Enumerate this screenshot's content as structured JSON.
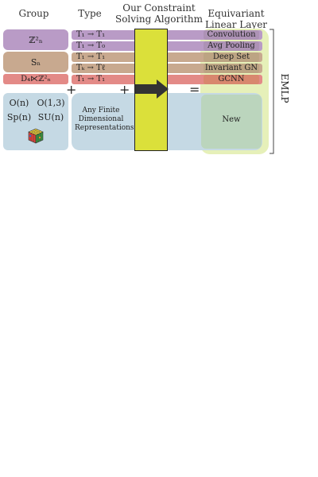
{
  "headers": {
    "group": "Group",
    "type": "Type",
    "algorithm_line1": "Our Constraint",
    "algorithm_line2": "Solving Algorithm",
    "layer_line1": "Equivariant",
    "layer_line2": "Linear Layer"
  },
  "groups": {
    "z2": "ℤ²ₙ",
    "sn": "Sₙ",
    "dz": "D₄⋉ℤ²ₙ",
    "continuous": [
      "O(n)",
      "O(1,3)",
      "Sp(n)",
      "SU(n)"
    ]
  },
  "rows": [
    {
      "type": "T₁ → T₁",
      "layer": "Convolution"
    },
    {
      "type": "T₁ → T₀",
      "layer": "Avg Pooling"
    },
    {
      "type": "T₁ → T₁",
      "layer": "Deep Set"
    },
    {
      "type": "Tₖ → Tℓ",
      "layer": "Invariant GN"
    },
    {
      "type": "T₁ → T₁",
      "layer": "GCNN"
    }
  ],
  "any_reps": "Any Finite Dimensional Representations",
  "new_label": "New",
  "operators": {
    "plus1": "+",
    "plus2": "+",
    "equals": "="
  },
  "side_label": "EMLP",
  "colors": {
    "purple": "#b99bc6",
    "tan": "#c8a98f",
    "salmon": "#e38a87",
    "blue_gray": "#c5d9e4",
    "yellow": "#dbe03a",
    "light_green": "#e6f0b9"
  }
}
